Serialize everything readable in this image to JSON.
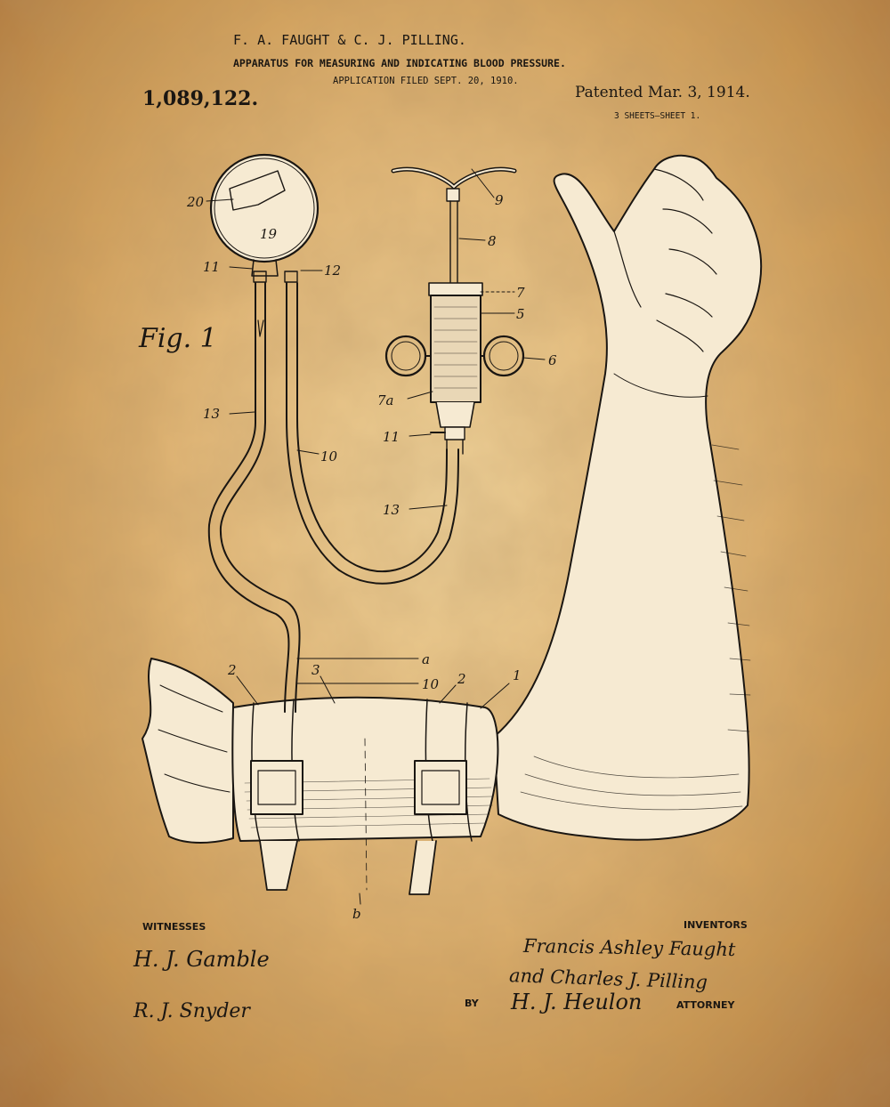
{
  "header": {
    "inventors_line": "F. A. FAUGHT & C. J. PILLING.",
    "title": "APPARATUS FOR MEASURING AND INDICATING BLOOD PRESSURE.",
    "filed": "APPLICATION FILED SEPT. 20, 1910.",
    "patent_number": "1,089,122.",
    "patented": "Patented Mar. 3, 1914.",
    "sheets": "3 SHEETS—SHEET 1."
  },
  "figure": {
    "label": "Fig. 1",
    "refs": {
      "r20": "20",
      "r19": "19",
      "r11a": "11",
      "r12": "12",
      "r13a": "13",
      "r10a": "10",
      "r9": "9",
      "r8": "8",
      "r7": "7",
      "r5": "5",
      "r6": "6",
      "r7a": "7a",
      "r11b": "11",
      "r13b": "13",
      "ra": "a",
      "r10b": "10",
      "r3": "3",
      "r2a": "2",
      "r2b": "2",
      "r1": "1",
      "rb": "b"
    }
  },
  "footer": {
    "witnesses": "WITNESSES",
    "inventors": "INVENTORS",
    "by": "BY",
    "attorney": "ATTORNEY",
    "inventor_sig_1": "Francis Ashley Faught",
    "inventor_sig_2": "and Charles J. Pilling",
    "attorney_sig": "H. J. Heulon",
    "witness_sig_1": "H. J. Gamble",
    "witness_sig_2": "R. J. Snyder"
  },
  "colors": {
    "paper_center": "#f0d39a",
    "paper_edge": "#a8713a",
    "ink": "#1a1612",
    "highlight": "#f6ead2"
  }
}
